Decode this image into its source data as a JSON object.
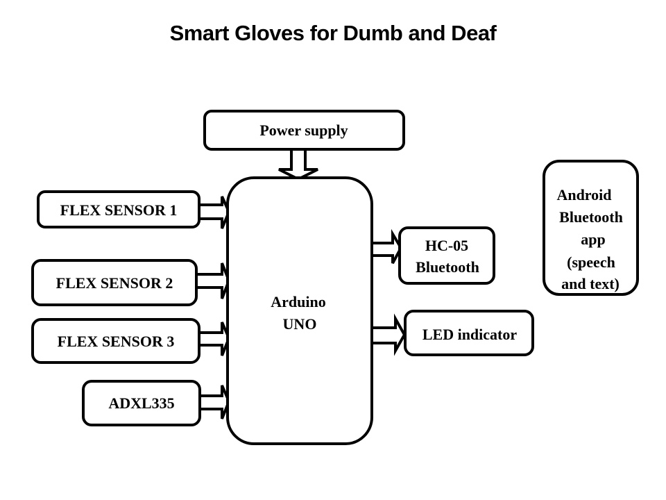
{
  "title": "Smart Gloves for Dumb and Deaf",
  "colors": {
    "stroke": "#000000",
    "fill": "#ffffff",
    "text": "#000000"
  },
  "blocks": {
    "power_supply": {
      "lines": [
        "Power supply"
      ]
    },
    "flex_sensor_1": {
      "lines": [
        "FLEX SENSOR 1"
      ]
    },
    "flex_sensor_2": {
      "lines": [
        "FLEX SENSOR 2"
      ]
    },
    "flex_sensor_3": {
      "lines": [
        "FLEX SENSOR 3"
      ]
    },
    "adxl335": {
      "lines": [
        "ADXL335"
      ]
    },
    "arduino_uno": {
      "lines": [
        "Arduino",
        "UNO"
      ]
    },
    "hc05_bluetooth": {
      "lines": [
        "HC-05",
        "Bluetooth"
      ]
    },
    "led_indicator": {
      "lines": [
        "LED indicator"
      ]
    },
    "android_app": {
      "lines": [
        "Android",
        "Bluetooth",
        "app",
        "(speech",
        "and text)"
      ]
    }
  },
  "connections": [
    {
      "from": "power_supply",
      "to": "arduino_uno"
    },
    {
      "from": "flex_sensor_1",
      "to": "arduino_uno"
    },
    {
      "from": "flex_sensor_2",
      "to": "arduino_uno"
    },
    {
      "from": "flex_sensor_3",
      "to": "arduino_uno"
    },
    {
      "from": "adxl335",
      "to": "arduino_uno"
    },
    {
      "from": "arduino_uno",
      "to": "hc05_bluetooth"
    },
    {
      "from": "arduino_uno",
      "to": "led_indicator"
    }
  ]
}
